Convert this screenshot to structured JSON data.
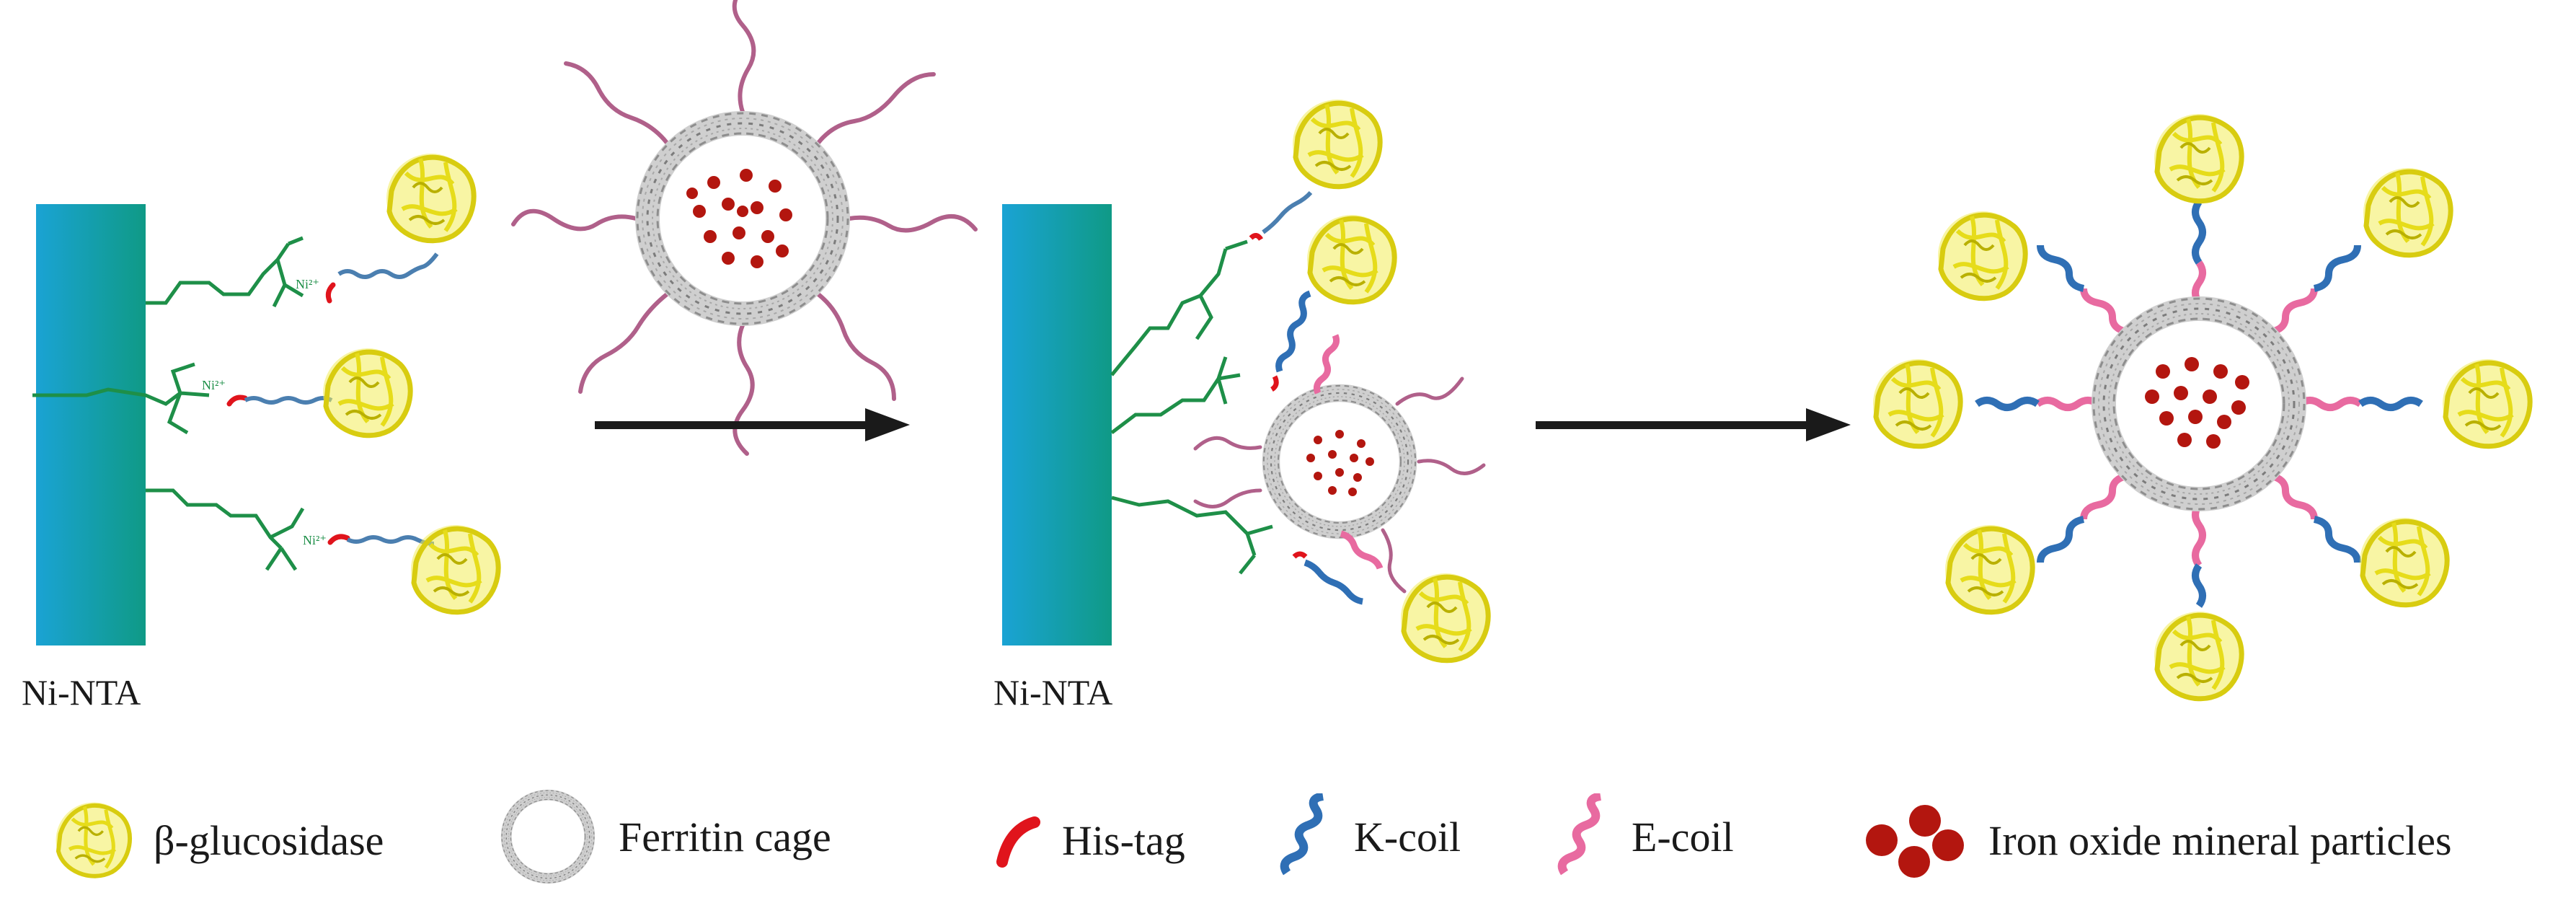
{
  "labels": {
    "surface_left": "Ni-NTA",
    "surface_middle": "Ni-NTA"
  },
  "legend": [
    {
      "icon": "enzyme-icon",
      "text": "β-glucosidase"
    },
    {
      "icon": "ferritin-cage-icon",
      "text": "Ferritin cage"
    },
    {
      "icon": "his-tag-icon",
      "text": "His-tag"
    },
    {
      "icon": "k-coil-icon",
      "text": "K-coil"
    },
    {
      "icon": "e-coil-icon",
      "text": "E-coil"
    },
    {
      "icon": "iron-oxide-icon",
      "text": "Iron oxide mineral particles"
    }
  ],
  "colors": {
    "surface_gradient": [
      "#1aa3d4",
      "#109c8a"
    ],
    "linker": "#1e8f48",
    "enzyme": "#e8e23a",
    "his_tag": "#e0141c",
    "k_coil": "#2f6fb5",
    "e_coil": "#e86aa0",
    "ferritin": "#9a9a9a",
    "iron": "#b3160f",
    "arrow": "#1a1a1a",
    "arm": "#b0608a"
  }
}
